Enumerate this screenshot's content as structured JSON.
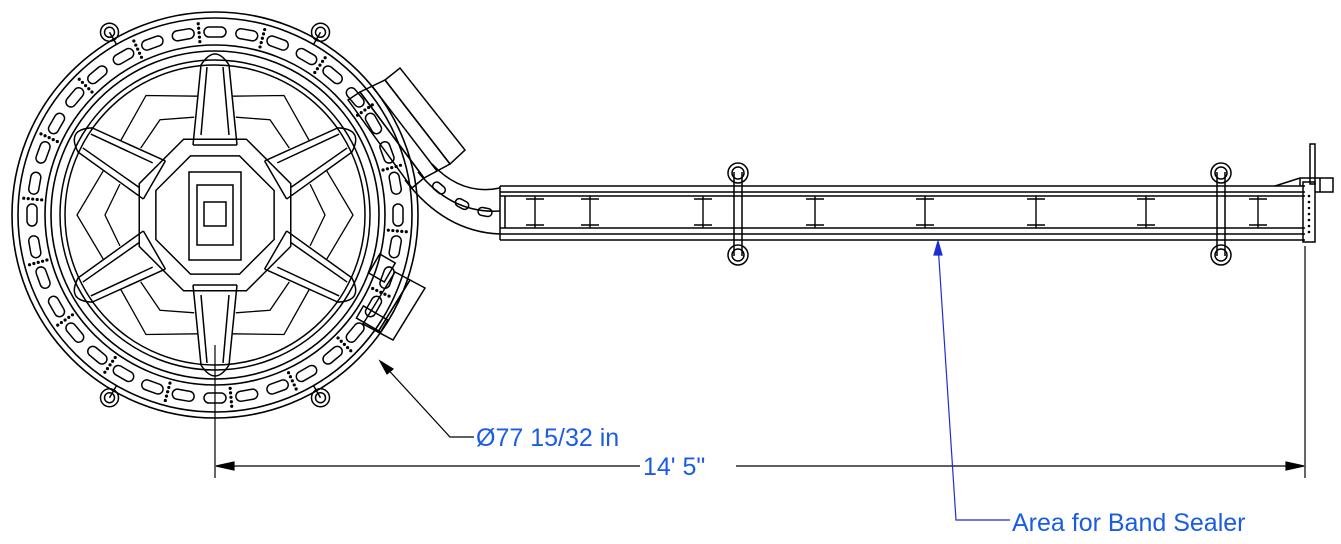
{
  "annotations": {
    "diameter_label": "Ø77 15/32 in",
    "length_label": "14' 5\"",
    "area_label": "Area for Band Sealer"
  },
  "colors": {
    "line": "#000000",
    "annotation": "#1a5ce6",
    "leader": "#1d2fd0"
  }
}
